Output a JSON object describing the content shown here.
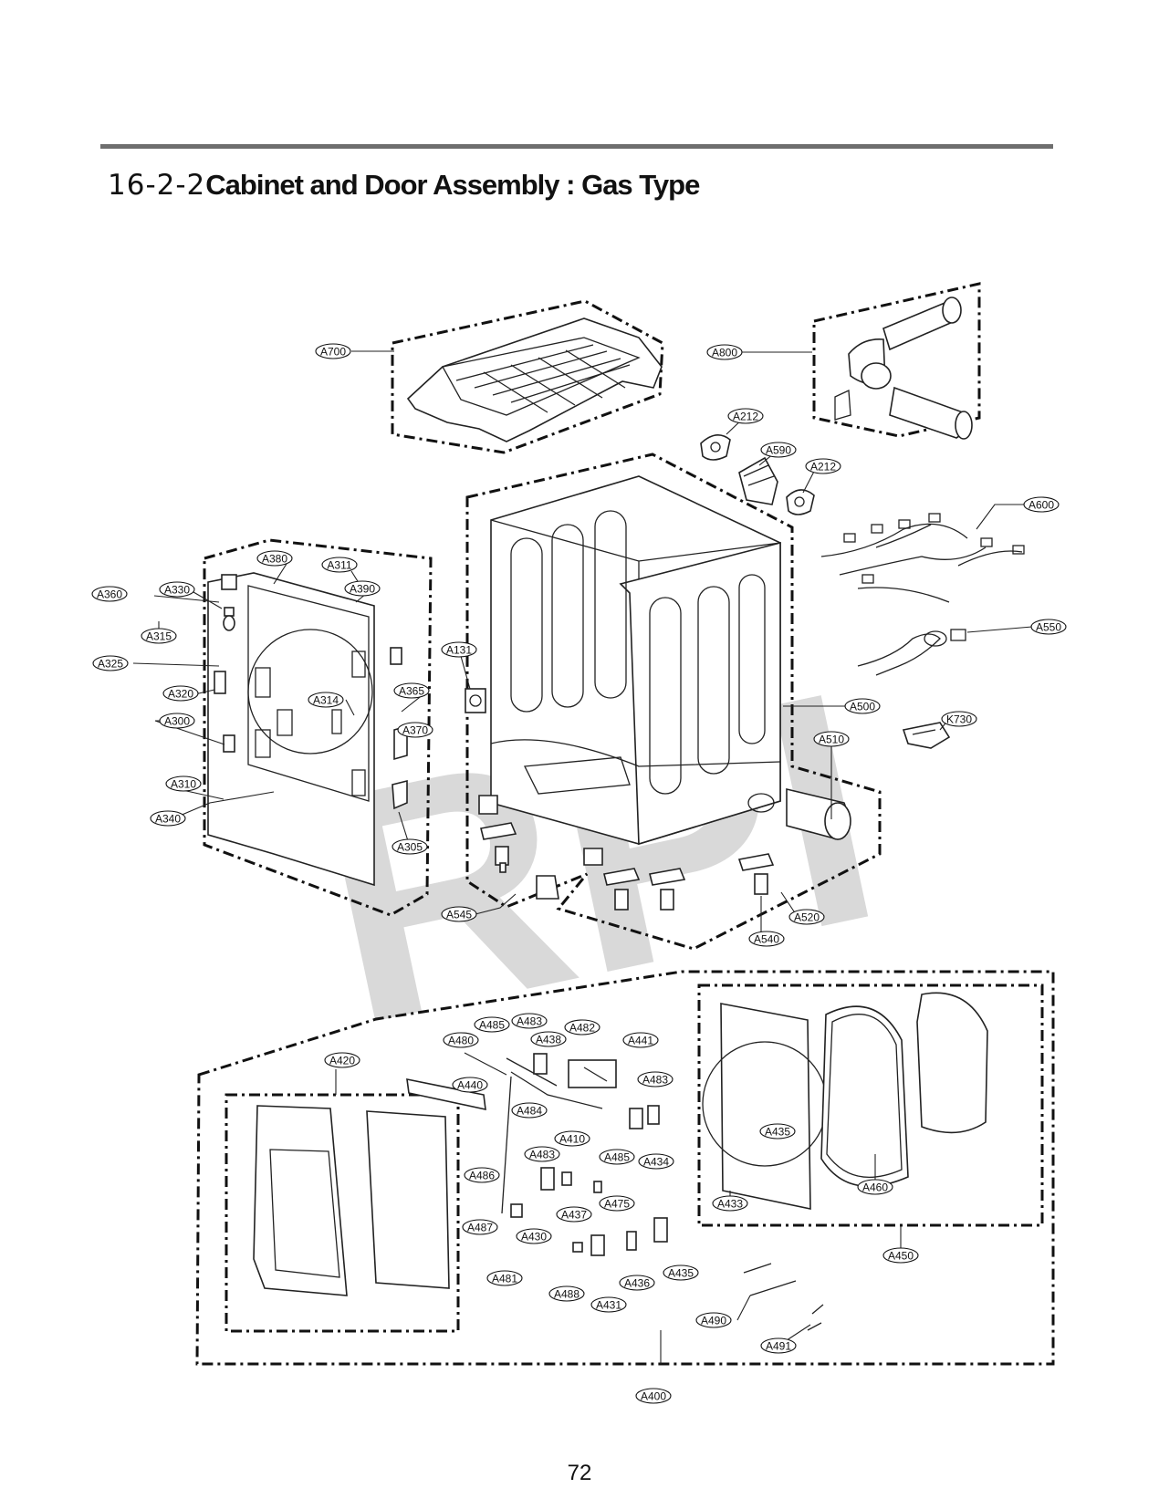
{
  "header": {
    "section_number": "16-2-2",
    "section_title": "Cabinet and Door Assembly : Gas Type"
  },
  "watermark": "RPI",
  "callouts": [
    {
      "id": "c-a700",
      "label": "A700"
    },
    {
      "id": "c-a800",
      "label": "A800"
    },
    {
      "id": "c-a212a",
      "label": "A212"
    },
    {
      "id": "c-a590",
      "label": "A590"
    },
    {
      "id": "c-a212b",
      "label": "A212"
    },
    {
      "id": "c-a600",
      "label": "A600"
    },
    {
      "id": "c-a550",
      "label": "A550"
    },
    {
      "id": "c-a500",
      "label": "A500"
    },
    {
      "id": "c-k730",
      "label": "K730"
    },
    {
      "id": "c-a510",
      "label": "A510"
    },
    {
      "id": "c-a520",
      "label": "A520"
    },
    {
      "id": "c-a540",
      "label": "A540"
    },
    {
      "id": "c-a545",
      "label": "A545"
    },
    {
      "id": "c-a131",
      "label": "A131"
    },
    {
      "id": "c-a380",
      "label": "A380"
    },
    {
      "id": "c-a311",
      "label": "A311"
    },
    {
      "id": "c-a390",
      "label": "A390"
    },
    {
      "id": "c-a330",
      "label": "A330"
    },
    {
      "id": "c-a360",
      "label": "A360"
    },
    {
      "id": "c-a315",
      "label": "A315"
    },
    {
      "id": "c-a325",
      "label": "A325"
    },
    {
      "id": "c-a314",
      "label": "A314"
    },
    {
      "id": "c-a365",
      "label": "A365"
    },
    {
      "id": "c-a320",
      "label": "A320"
    },
    {
      "id": "c-a300",
      "label": "A300"
    },
    {
      "id": "c-a370",
      "label": "A370"
    },
    {
      "id": "c-a310",
      "label": "A310"
    },
    {
      "id": "c-a340",
      "label": "A340"
    },
    {
      "id": "c-a305",
      "label": "A305"
    },
    {
      "id": "c-a485a",
      "label": "A485"
    },
    {
      "id": "c-a483a",
      "label": "A483"
    },
    {
      "id": "c-a482",
      "label": "A482"
    },
    {
      "id": "c-a480",
      "label": "A480"
    },
    {
      "id": "c-a438",
      "label": "A438"
    },
    {
      "id": "c-a441",
      "label": "A441"
    },
    {
      "id": "c-a420",
      "label": "A420"
    },
    {
      "id": "c-a440",
      "label": "A440"
    },
    {
      "id": "c-a483b",
      "label": "A483"
    },
    {
      "id": "c-a484",
      "label": "A484"
    },
    {
      "id": "c-a410",
      "label": "A410"
    },
    {
      "id": "c-a483c",
      "label": "A483"
    },
    {
      "id": "c-a485b",
      "label": "A485"
    },
    {
      "id": "c-a434",
      "label": "A434"
    },
    {
      "id": "c-a486",
      "label": "A486"
    },
    {
      "id": "c-a437",
      "label": "A437"
    },
    {
      "id": "c-a475",
      "label": "A475"
    },
    {
      "id": "c-a487",
      "label": "A487"
    },
    {
      "id": "c-a430",
      "label": "A430"
    },
    {
      "id": "c-a481",
      "label": "A481"
    },
    {
      "id": "c-a488",
      "label": "A488"
    },
    {
      "id": "c-a431",
      "label": "A431"
    },
    {
      "id": "c-a436",
      "label": "A436"
    },
    {
      "id": "c-a435a",
      "label": "A435"
    },
    {
      "id": "c-a435b",
      "label": "A435"
    },
    {
      "id": "c-a433",
      "label": "A433"
    },
    {
      "id": "c-a460",
      "label": "A460"
    },
    {
      "id": "c-a450",
      "label": "A450"
    },
    {
      "id": "c-a490",
      "label": "A490"
    },
    {
      "id": "c-a491",
      "label": "A491"
    },
    {
      "id": "c-a400",
      "label": "A400"
    }
  ],
  "page_number": "72"
}
